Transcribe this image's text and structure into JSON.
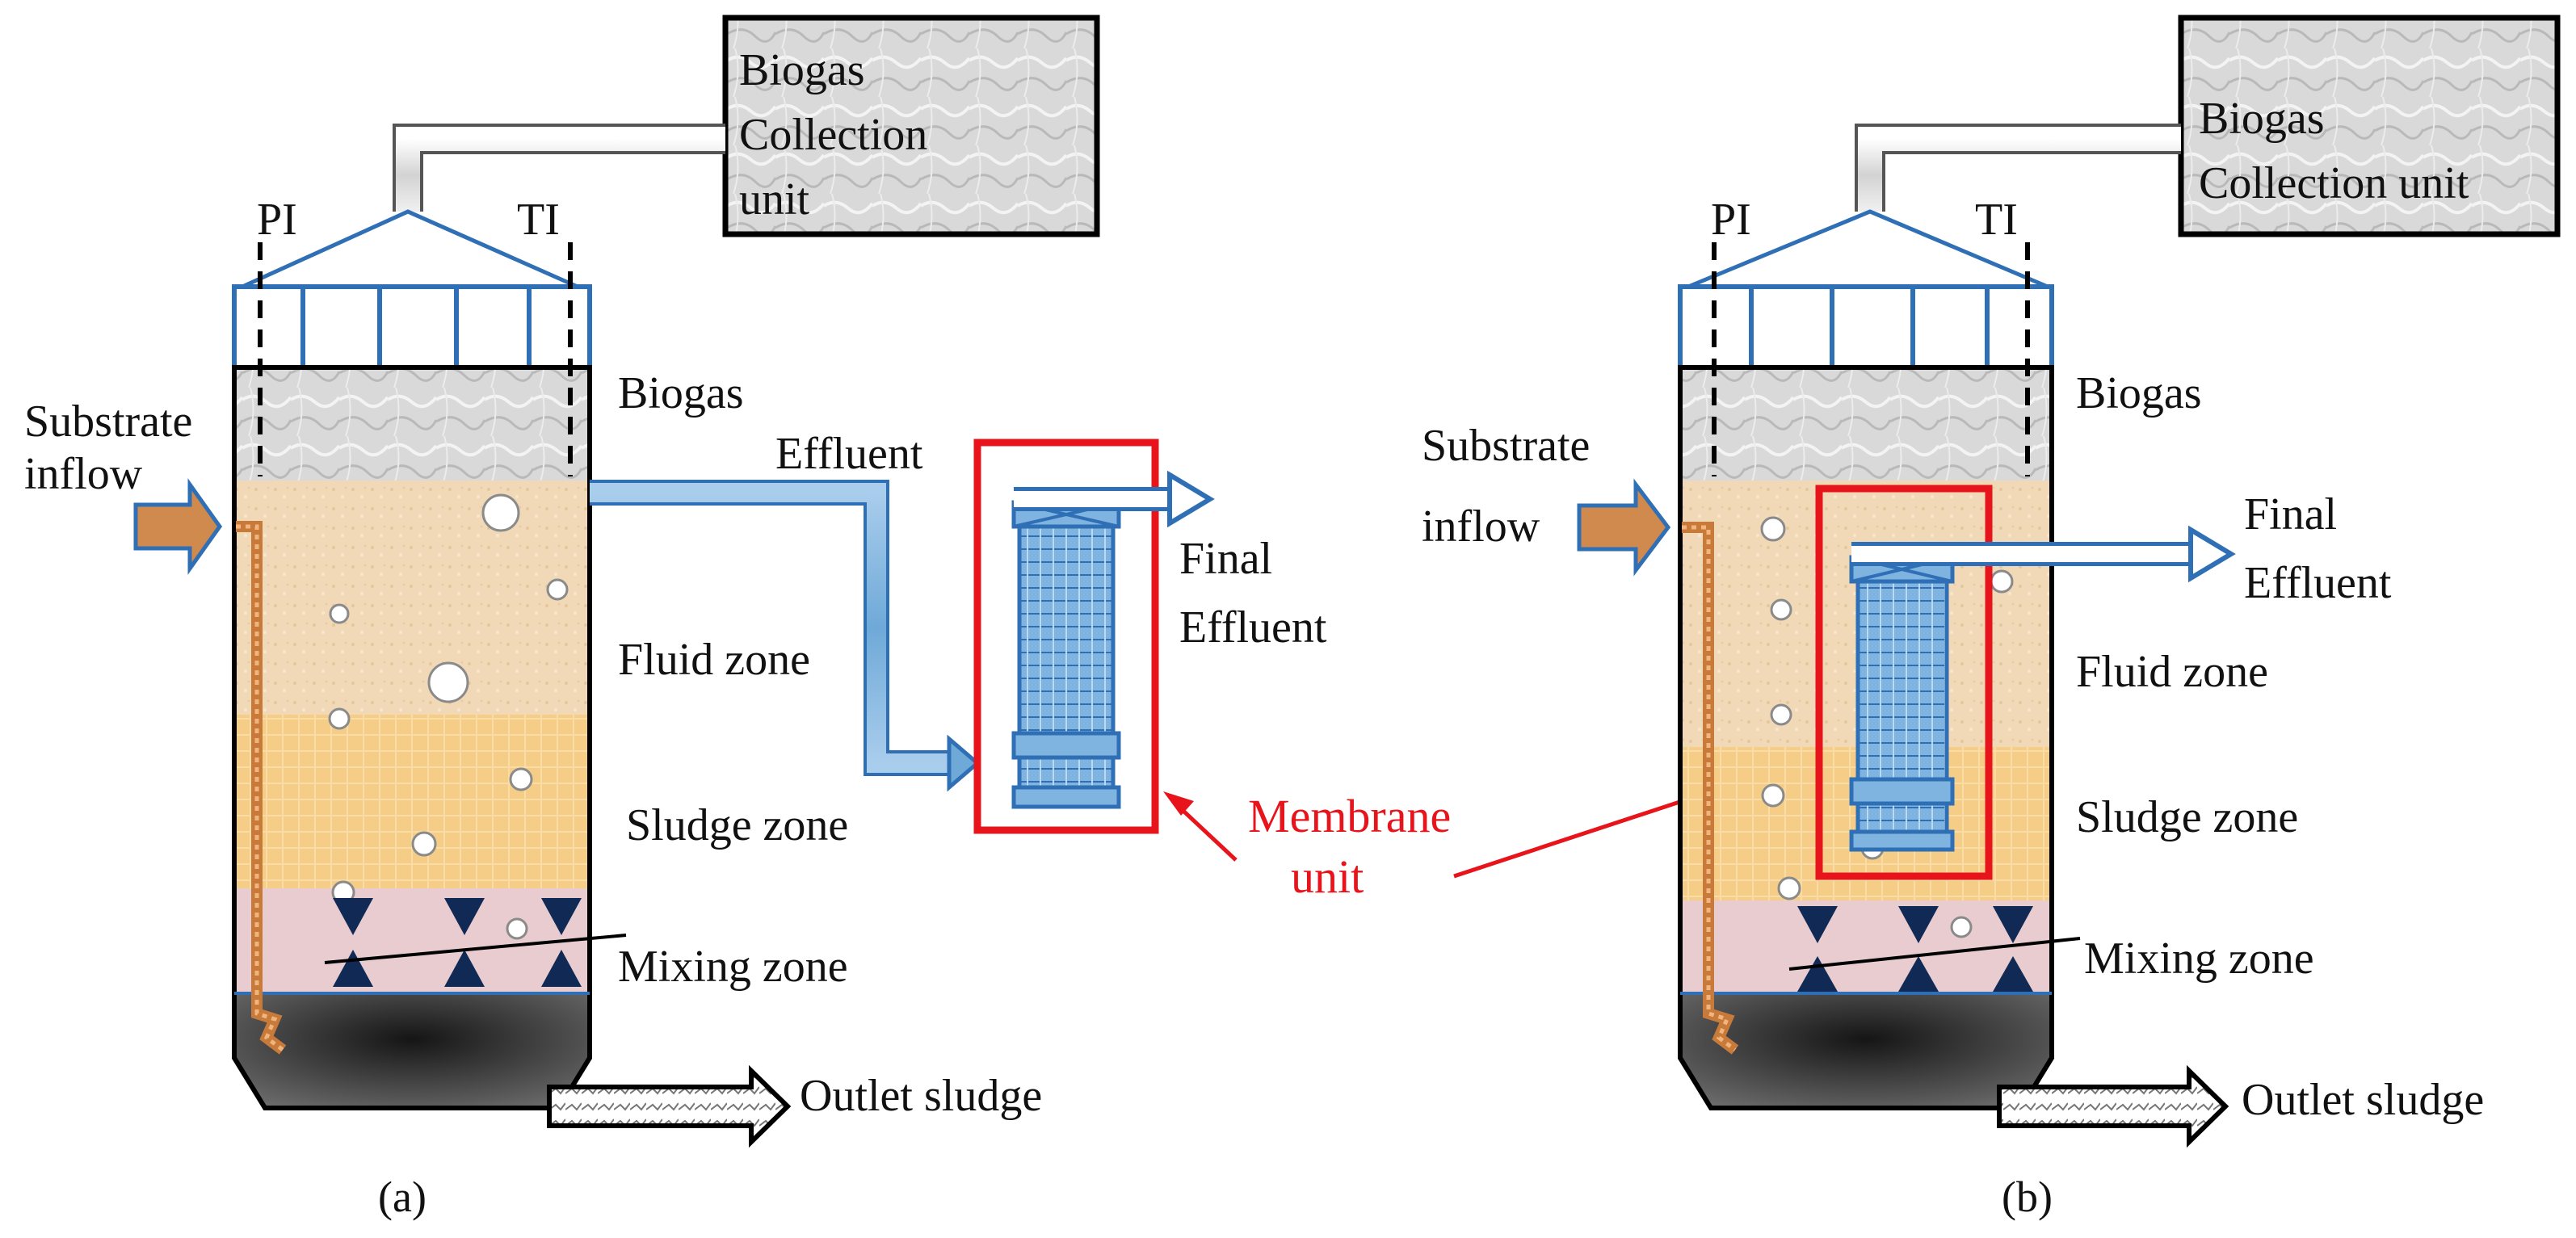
{
  "colors": {
    "accent_red": "#e8141b",
    "pipe_blue": "#6fa9d8",
    "outline_blue": "#2f6fb5",
    "biogas_gray": "#d7d7d7",
    "fluid_zone": "#f1d9b8",
    "sludge_zone": "#f6cd86",
    "mixing_zone": "#e8cccf",
    "bottom_sludge": "#3b3b3b",
    "inflow_orange": "#d08a4e"
  },
  "panels": [
    {
      "caption": "(a)",
      "gas_unit": {
        "line1": "Biogas",
        "line2": "Collection",
        "line3": "unit"
      },
      "pi": "PI",
      "ti": "TI",
      "substrate": {
        "line1": "Substrate",
        "line2": "inflow"
      },
      "zones": {
        "biogas": "Biogas",
        "fluid": "Fluid zone",
        "sludge": "Sludge zone",
        "mixing": "Mixing zone"
      },
      "effluent": "Effluent",
      "final_effluent": {
        "line1": "Final",
        "line2": "Effluent"
      },
      "outlet_sludge": "Outlet sludge",
      "membrane_unit": {
        "line1": "Membrane",
        "line2": "unit"
      }
    },
    {
      "caption": "(b)",
      "gas_unit": {
        "line1": "Biogas",
        "line2": "Collection unit"
      },
      "pi": "PI",
      "ti": "TI",
      "substrate": {
        "line1": "Substrate",
        "line2": "inflow"
      },
      "zones": {
        "biogas": "Biogas",
        "fluid": "Fluid zone",
        "sludge": "Sludge zone",
        "mixing": "Mixing zone"
      },
      "final_effluent": {
        "line1": "Final",
        "line2": "Effluent"
      },
      "outlet_sludge": "Outlet sludge"
    }
  ]
}
